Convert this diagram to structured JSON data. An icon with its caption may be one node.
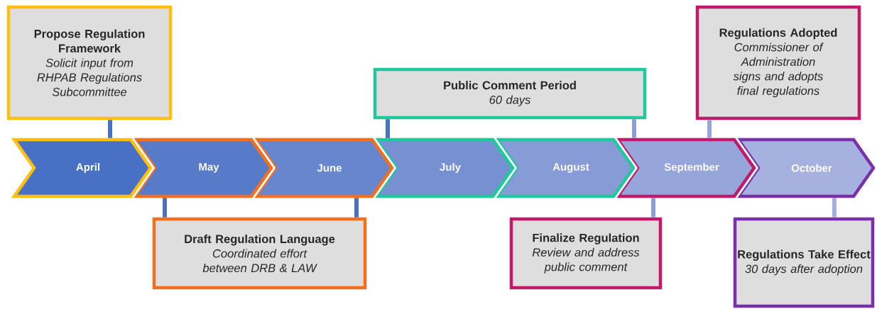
{
  "diagram": {
    "nodes": [
      {
        "text": [
          "Propose Regulation Framework",
          "Solicit input from RHPAB Regulations Subcommittee"
        ]
      },
      {
        "text": [
          "Public Comment Period",
          "60 days"
        ]
      },
      {
        "text": [
          "Regulations Adopted",
          "Commissioner of Administration signs and adopts final regulations"
        ]
      },
      {
        "text": [
          "April"
        ]
      },
      {
        "text": [
          "May"
        ]
      },
      {
        "text": [
          "June"
        ]
      },
      {
        "text": [
          "July"
        ]
      },
      {
        "text": [
          "August"
        ]
      },
      {
        "text": [
          "September"
        ]
      },
      {
        "text": [
          "October"
        ]
      },
      {
        "text": [
          "Draft Regulation Language",
          "Coordinated effort between DRB & LAW"
        ]
      },
      {
        "text": [
          "Finalize Regulation",
          "Review and address public comment"
        ]
      },
      {
        "text": [
          "Regulations Take Effect",
          "30 days after adoption"
        ]
      }
    ],
    "edges": [
      {
        "from": 0,
        "to": 3,
        "arrow": "none"
      },
      {
        "from": 1,
        "to": 6,
        "arrow": "none"
      },
      {
        "from": 1,
        "to": 8,
        "arrow": "none",
        "color": "#8e9ed4"
      },
      {
        "from": 2,
        "to": 8,
        "arrow": "none",
        "color": "#9aa6d8"
      },
      {
        "from": 10,
        "to": 4,
        "arrow": "none"
      },
      {
        "from": 10,
        "to": 5,
        "arrow": "none"
      },
      {
        "from": 11,
        "to": 8,
        "arrow": "none",
        "color": "#8e9ed4"
      },
      {
        "from": 12,
        "to": 9,
        "arrow": "none",
        "color": "#a5b0dd"
      }
    ]
  }
}
